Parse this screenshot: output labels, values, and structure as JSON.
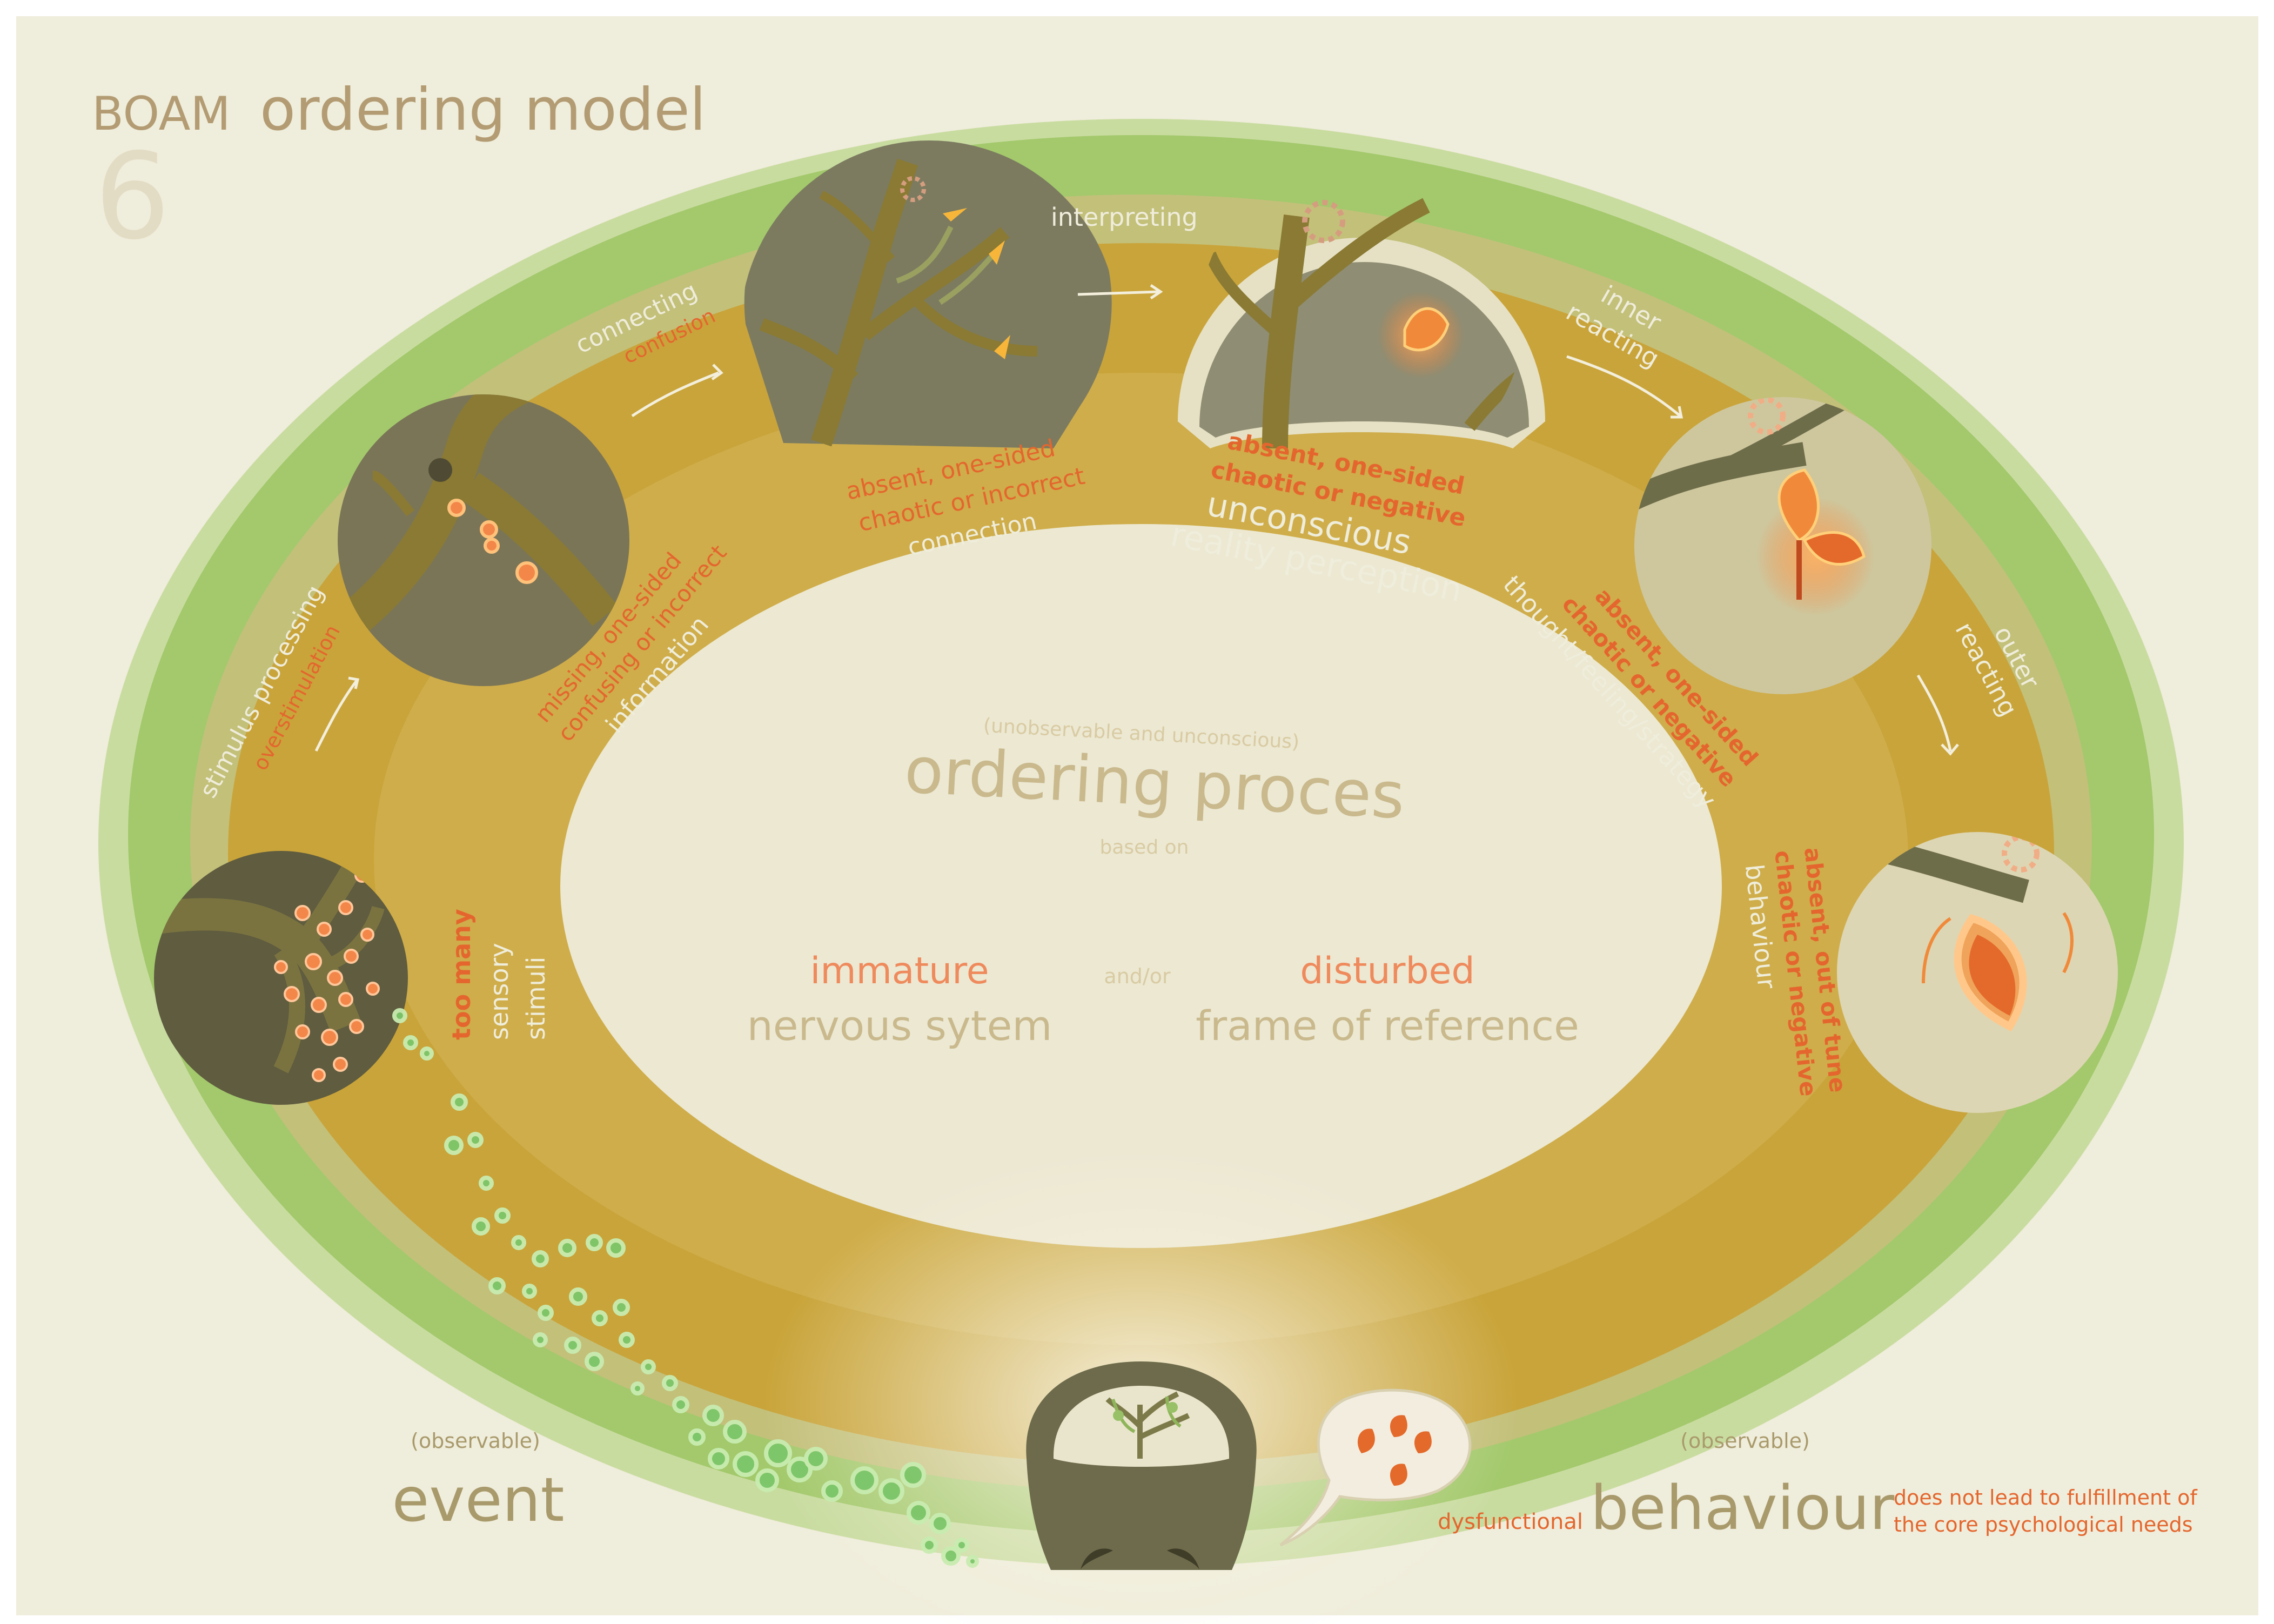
{
  "title": {
    "prefix": "BOAM",
    "main": "ordering model",
    "number": "6"
  },
  "stages": {
    "stimulus": {
      "label": "stimulus processing",
      "problem": "overstimulation"
    },
    "connecting": {
      "label": "connecting",
      "problem": "confusion"
    },
    "interpreting": {
      "label": "interpreting"
    },
    "inner": {
      "line1": "inner",
      "line2": "reacting"
    },
    "outer": {
      "line1": "outer",
      "line2": "reacting"
    }
  },
  "ring": {
    "stimuli": {
      "line1": "too many",
      "line2": "sensory",
      "line3": "stimuli"
    },
    "information": {
      "line1": "missing, one-sided",
      "line2": "confusing or incorrect",
      "line3": "information"
    },
    "connection": {
      "line1": "absent, one-sided",
      "line2": "chaotic or incorrect",
      "line3": "connection"
    },
    "reality": {
      "line1": "absent, one-sided",
      "line2": "chaotic or negative",
      "line3": "unconscious",
      "line4": "reality perception"
    },
    "thought": {
      "line1": "absent, one-sided",
      "line2": "chaotic or negative",
      "line3": "thought/feeling/strategy"
    },
    "behaviour": {
      "line1": "absent, out of tune",
      "line2": "chaotic or negative",
      "line3": "behaviour"
    }
  },
  "center": {
    "note": "(unobservable and unconscious)",
    "title": "ordering proces",
    "based_on": "based on",
    "left_top": "immature",
    "left_bottom": "nervous sytem",
    "andor": "and/or",
    "right_top": "disturbed",
    "right_bottom": "frame of reference"
  },
  "bottom": {
    "event_note": "(observable)",
    "event": "event",
    "behaviour_note": "(observable)",
    "behaviour_prefix": "dysfunctional",
    "behaviour": "behaviour",
    "behaviour_desc1": "does not lead to fulfillment of",
    "behaviour_desc2": "the core psychological needs"
  },
  "colors": {
    "background": "#efeddb",
    "outer_green": "#a3c96c",
    "ring_gold": "#c9a43a",
    "inner_cream": "#ece8d2",
    "orange": "#e4662e",
    "olive": "#6f6b4a"
  }
}
